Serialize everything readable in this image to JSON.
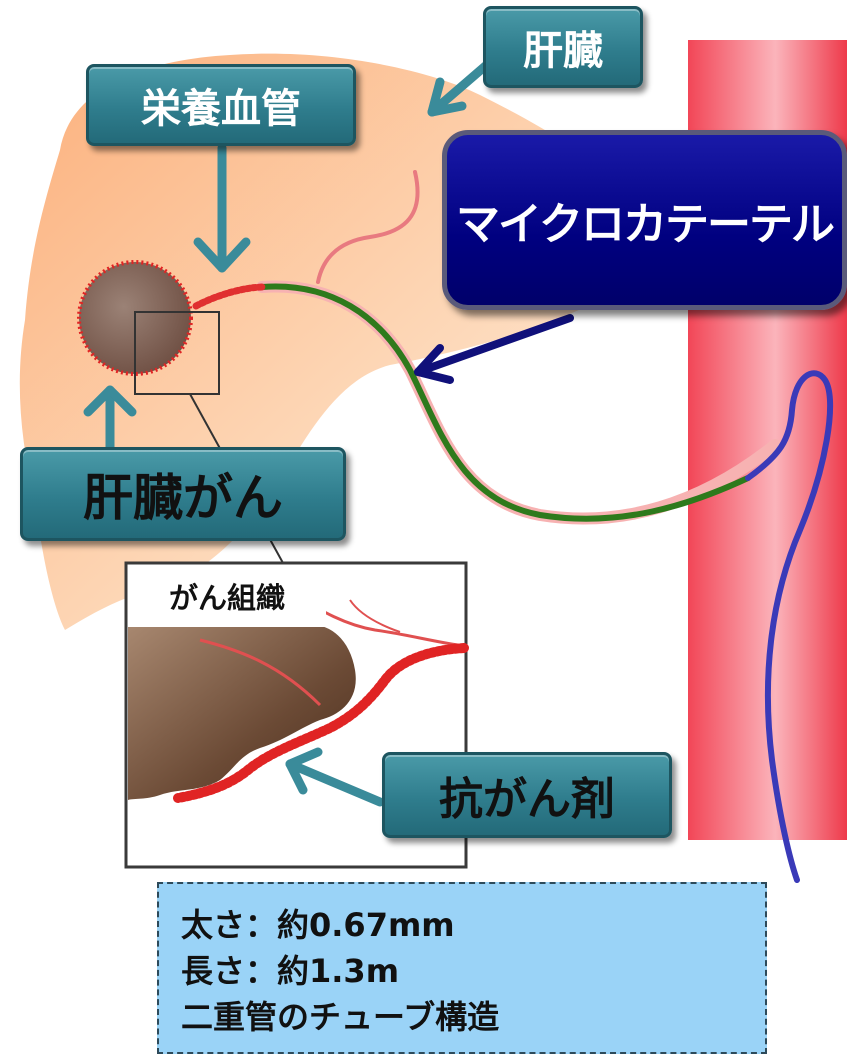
{
  "labels": {
    "liver": "肝臓",
    "feeding_vessel": "栄養血管",
    "microcatheter": "マイクロカテーテル",
    "liver_cancer": "肝臓がん",
    "cancer_tissue": "がん組織",
    "anticancer_drug": "抗がん剤"
  },
  "specs": [
    "太さ：約0.67mm",
    "長さ：約1.3m",
    "二重管のチューブ構造"
  ],
  "colors": {
    "label_box": "#2f7d8d",
    "catheter_box": "#000080",
    "liver": "#fbb98a",
    "tumor": "#7a5a4c",
    "aorta": "#f03a4a",
    "catheter_green": "#2e7a1c",
    "catheter_blue": "#3a3ab8",
    "spec_box": "#9ad3f7"
  }
}
